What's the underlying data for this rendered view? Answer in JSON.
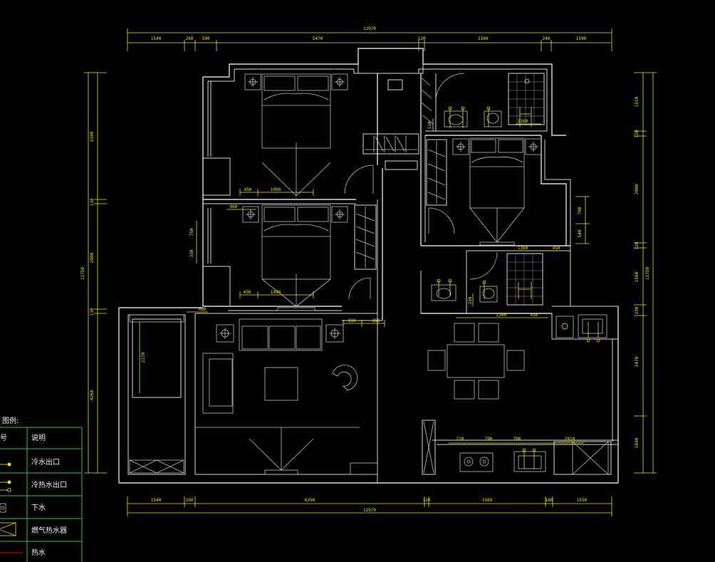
{
  "dimensions": {
    "top": [
      "1540",
      "260",
      "590",
      "5470",
      "120",
      "3100",
      "240",
      "1590"
    ],
    "top_total": "12970",
    "bottom": [
      "1540",
      "260",
      "6290",
      "120",
      "3160",
      "180",
      "1550"
    ],
    "bottom_total": "12970",
    "left": [
      "3390",
      "110",
      "2900",
      "110",
      "4260"
    ],
    "left_total": "11750",
    "right": [
      "1510",
      "120",
      "2900",
      "120",
      "1560",
      "230",
      "2470",
      "1690"
    ],
    "right_total": "11750"
  },
  "inner_dims": {
    "bed1_a": "450",
    "bed1_b": "1090",
    "bed2_top": "960",
    "bed2_a": "450",
    "bed2_b": "1090",
    "bed2_side_a": "750",
    "bed2_side_b": "330",
    "bed3_a": "700",
    "bed3_b": "540",
    "bath_top": "1160",
    "bath_side": "110",
    "bath2_a": "1360",
    "bath2_b": "450",
    "bath2_side": "250",
    "dining_a": "1300",
    "dining_b": "450",
    "living_a": "400",
    "living_b": "310",
    "living_c": "350",
    "balcony": "2170",
    "kitchen_a": "210",
    "kitchen_b": "790",
    "kitchen_c": "700",
    "kitchen_d": "2910"
  },
  "legend": {
    "title": "图例:",
    "col_symbol": "号",
    "col_desc": "说明",
    "items": [
      {
        "symbol": "cold-outlet",
        "label": "冷水出口"
      },
      {
        "symbol": "hot-cold-outlet",
        "label": "冷热水出口"
      },
      {
        "symbol": "drain",
        "label": "下水"
      },
      {
        "symbol": "gas-heater",
        "label": "燃气热水器"
      },
      {
        "symbol": "hot-pipe",
        "label": "热水"
      }
    ]
  },
  "colors": {
    "background": "#000000",
    "walls": "#d8d8d8",
    "dimensions": "#e8e800",
    "legend_border": "#2fbf3f",
    "hot_water_line": "#e00000"
  }
}
